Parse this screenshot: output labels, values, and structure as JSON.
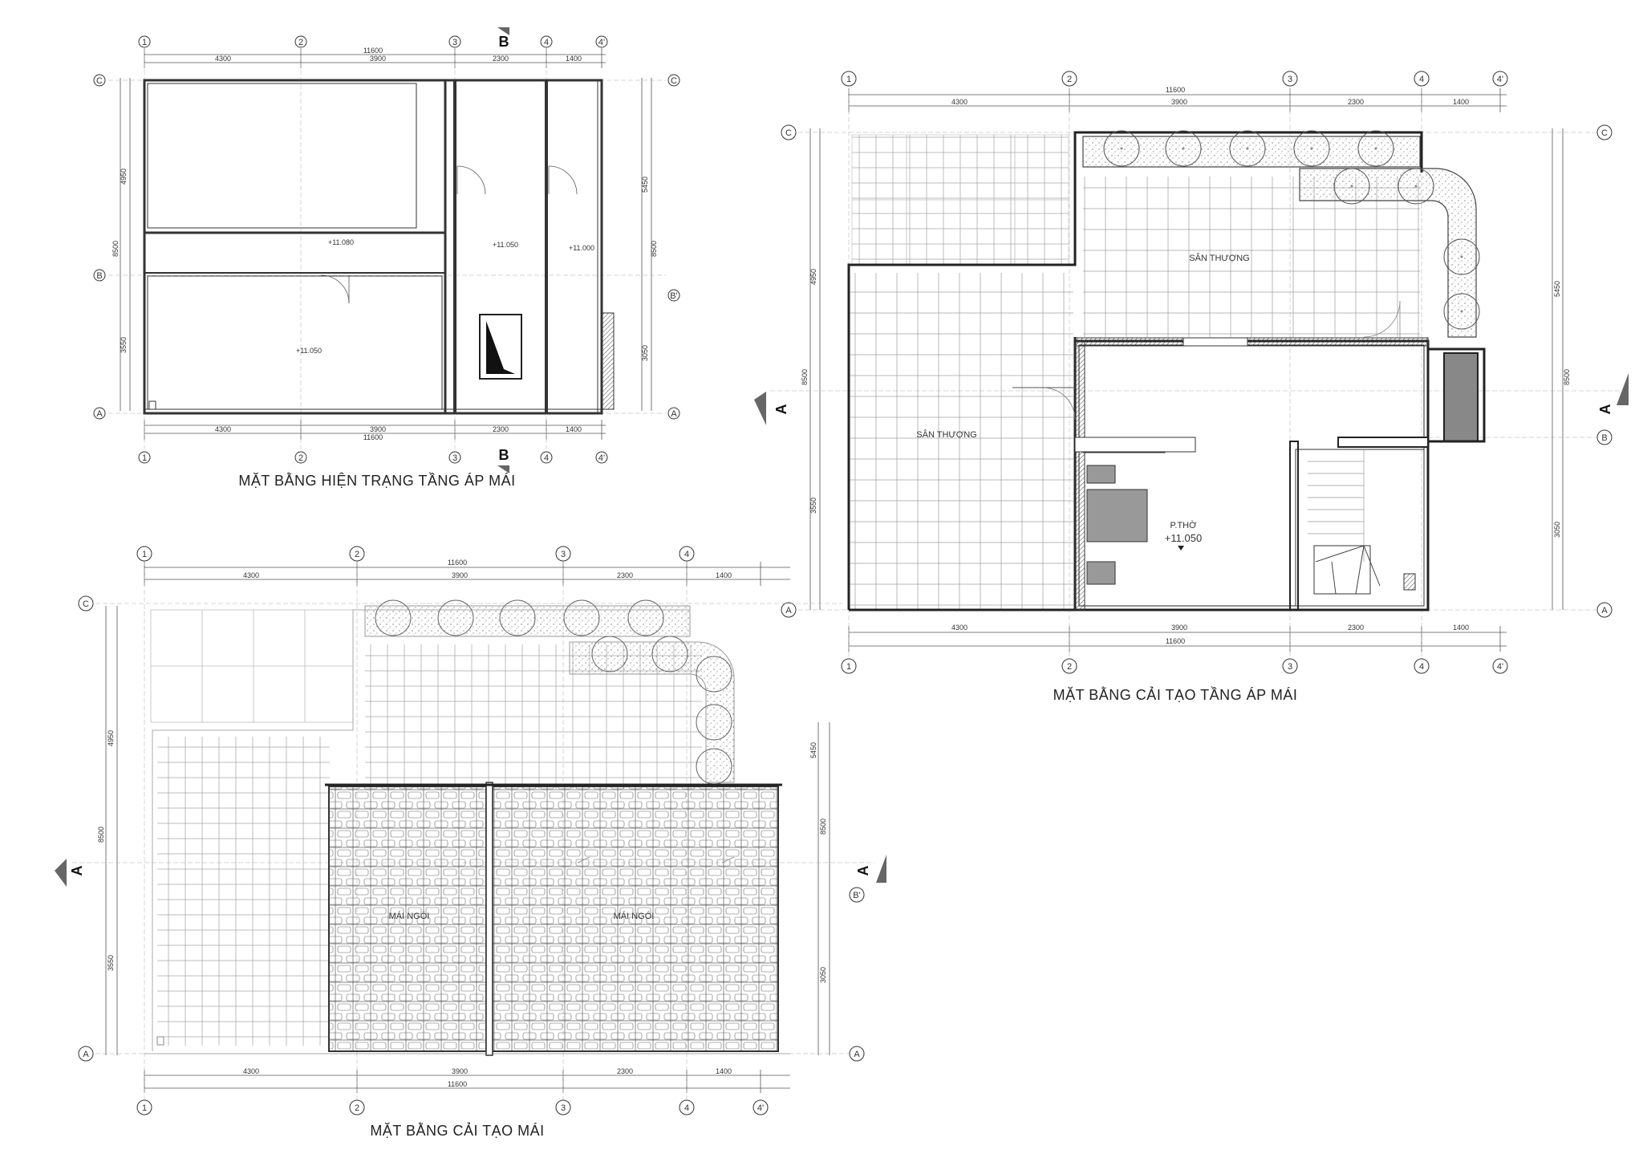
{
  "plans": {
    "existing": {
      "title": "MẶT BẰNG HIỆN TRẠNG TẦNG ÁP MÁI",
      "levels": [
        "+11.080",
        "+11.050",
        "+11.050",
        "+11.000"
      ],
      "axes_x": [
        "1",
        "2",
        "3",
        "4",
        "4'"
      ],
      "axes_y": [
        "C",
        "B",
        "A"
      ],
      "axes_y_right": [
        "C",
        "B'",
        "A"
      ],
      "dims_x": [
        "4300",
        "3900",
        "2300",
        "1400"
      ],
      "dim_total": "11600",
      "dims_y_left": [
        "4950",
        "3550"
      ],
      "dim_total_y": "8500",
      "dims_y_right": [
        "5450",
        "3050"
      ],
      "section": "B"
    },
    "renovation_floor": {
      "title": "MẶT BẰNG CẢI TẠO TẦNG ÁP MÁI",
      "rooms": [
        "SÂN THƯỢNG",
        "SÂN THƯỢNG",
        "P.THỜ"
      ],
      "level": "+11.050",
      "axes_x": [
        "1",
        "2",
        "3",
        "4",
        "4'"
      ],
      "axes_y": [
        "C",
        "A"
      ],
      "axes_y_right": [
        "C",
        "B",
        "A"
      ],
      "dims_x": [
        "4300",
        "3900",
        "2300",
        "1400"
      ],
      "dim_total": "11600",
      "dims_y_left": [
        "4950",
        "3550"
      ],
      "dim_total_y": "8500",
      "dims_y_right": [
        "5450",
        "3050"
      ],
      "section": "A"
    },
    "renovation_roof": {
      "title": "MẶT BẰNG CẢI TẠO  MÁI",
      "rooms": [
        "MÁI NGÓI",
        "MÁI NGÓI"
      ],
      "axes_x": [
        "1",
        "2",
        "3",
        "4"
      ],
      "axes_x_bottom": [
        "1",
        "2",
        "3",
        "4",
        "4'"
      ],
      "axes_y": [
        "C",
        "A"
      ],
      "axes_y_right": [
        "B'",
        "A"
      ],
      "dims_x": [
        "4300",
        "3900",
        "2300",
        "1400"
      ],
      "dim_total": "11600",
      "dims_y_left": [
        "4950",
        "3550"
      ],
      "dim_total_y": "8500",
      "dims_y_right": [
        "5450",
        "3050"
      ],
      "section": "A"
    }
  }
}
